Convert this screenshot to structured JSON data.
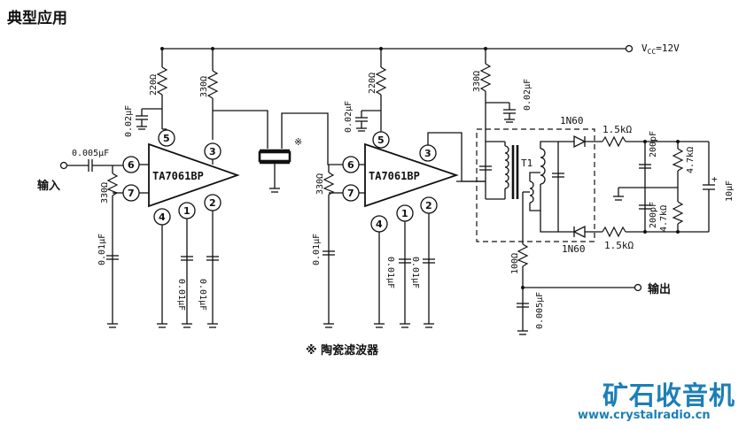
{
  "title": "典型应用",
  "vcc_label": "V",
  "vcc_sub": "CC",
  "vcc_value": "=12V",
  "input_label": "输入",
  "output_label": "输出",
  "footnote": "※  陶瓷滤波器",
  "filter_mark": "※",
  "ic1": {
    "name": "TA7061BP",
    "pins": [
      "5",
      "3",
      "6",
      "7",
      "4",
      "1",
      "2"
    ],
    "r_top_left": "220Ω",
    "r_top_right": "330Ω",
    "c_top": "0.02μF",
    "c_in": "0.005μF",
    "r_in": "330Ω",
    "c_in_bypass": "0.01μF",
    "c_pin1": "0.01μF",
    "c_pin2": "0.01μF"
  },
  "ic2": {
    "name": "TA7061BP",
    "pins": [
      "5",
      "3",
      "6",
      "7",
      "4",
      "1",
      "2"
    ],
    "r_top": "220Ω",
    "c_top": "0.02μF",
    "r_in": "330Ω",
    "c_in_bypass": "0.01μF",
    "c_pin1": "0.01μF",
    "c_pin2": "0.01μF"
  },
  "detector": {
    "r_supply": "330Ω",
    "c_supply": "0.02μF",
    "transformer": "T1",
    "diode_top": "1N60",
    "diode_bottom": "1N60",
    "r_top": "1.5kΩ",
    "r_bottom": "1.5kΩ",
    "c_top": "200pF",
    "c_bottom": "200pF",
    "r_upper": "4.7kΩ",
    "r_lower": "4.7kΩ",
    "c_out": "10μF",
    "polarity": "+",
    "r_out": "100Ω",
    "c_out_bypass": "0.005μF"
  },
  "watermark": {
    "brand": "矿石收音机",
    "url": "www.crystalradio.cn"
  }
}
